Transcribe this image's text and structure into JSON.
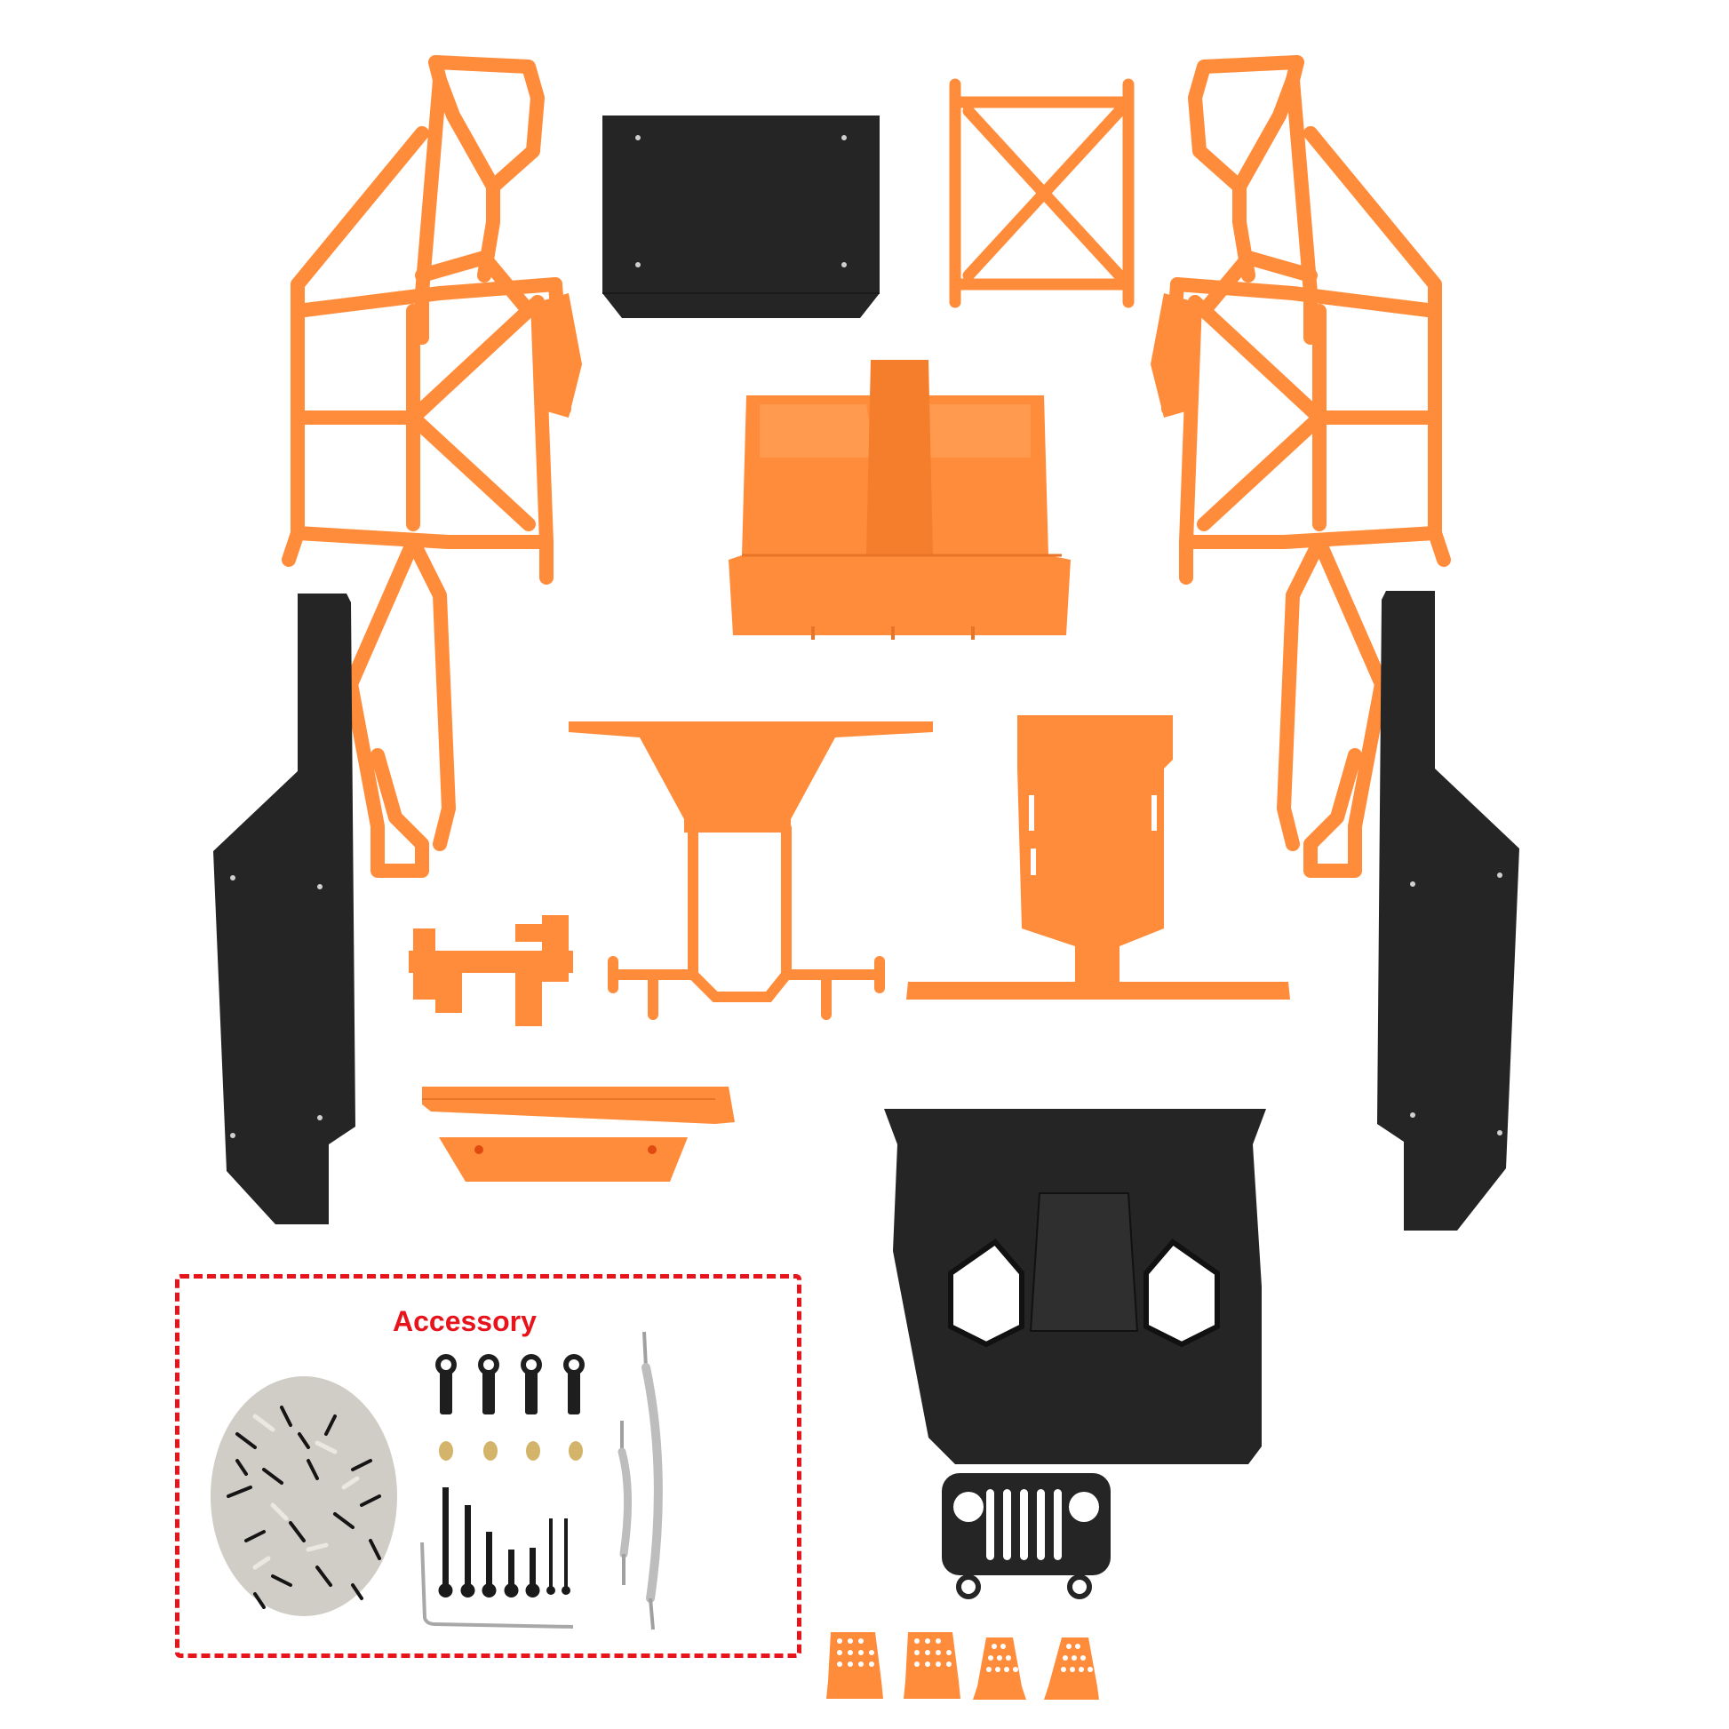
{
  "image": {
    "description": "RC crawler car body kit parts laid out on white background",
    "background": "#ffffff"
  },
  "colors": {
    "orange": "#ff8c3a",
    "orange_dark": "#e97428",
    "black_part": "#252525",
    "black_part_edge": "#111111",
    "accent_red": "#e8141c",
    "steel": "#b9b9b9",
    "brass": "#d4b46a"
  },
  "accessory": {
    "title": "Accessory",
    "items": [
      "screw-pile",
      "ball-link-ends-x4",
      "brass-ball-studs-x4",
      "button-head-screws-x7",
      "hex-key-wrench",
      "short-steering-link",
      "long-steering-link"
    ]
  },
  "parts": [
    "left-roll-cage",
    "right-roll-cage",
    "black-battery-tray",
    "x-brace",
    "orange-interior-seat-tub",
    "left-black-side-panel",
    "right-black-side-panel",
    "front-bumper-mount",
    "rear-skid-plate",
    "small-servo-mount",
    "long-orange-bar",
    "short-orange-bar",
    "black-hood",
    "front-grille",
    "rock-slider-plates-x4"
  ]
}
